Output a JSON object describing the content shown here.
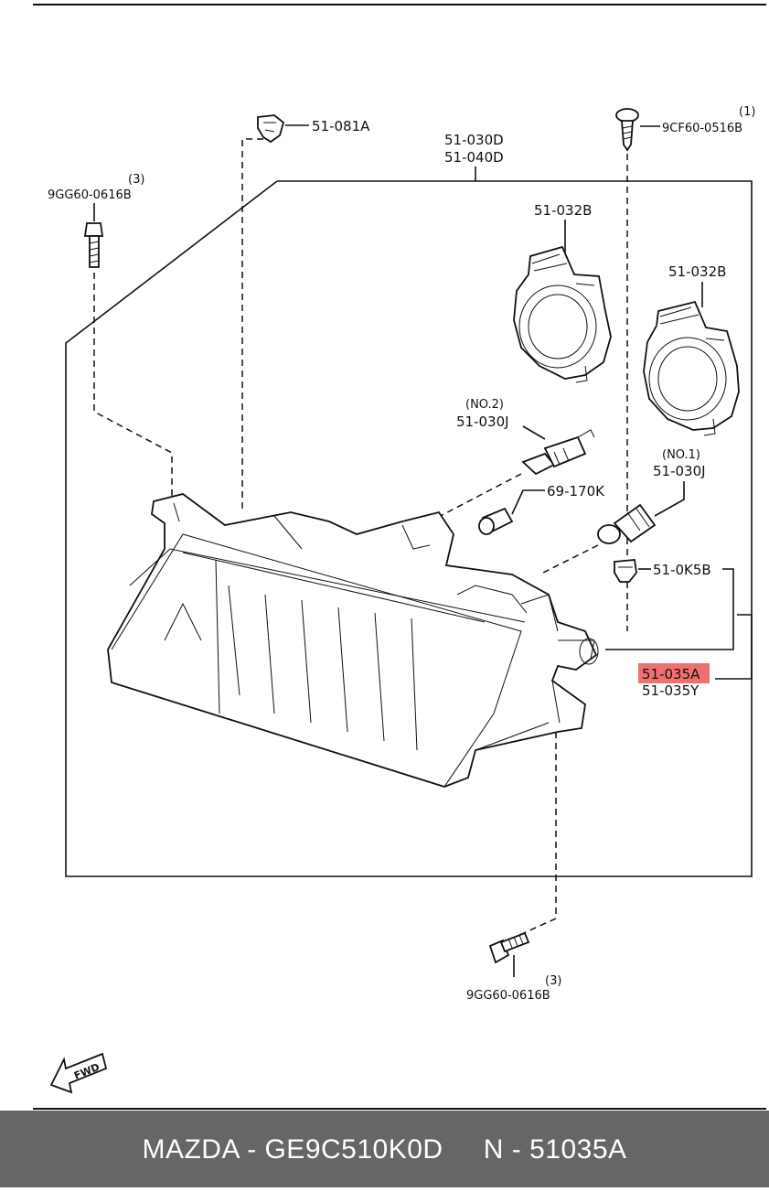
{
  "diagram": {
    "labels": {
      "clip_top": "51-081A",
      "screw_top_qty": "(1)",
      "screw_top": "9CF60-0516B",
      "assembly_1": "51-030D",
      "assembly_2": "51-040D",
      "bolt_left_qty": "(3)",
      "bolt_left": "9GG60-0616B",
      "cap_1": "51-032B",
      "cap_2": "51-032B",
      "bulb_no2_tag": "(NO.2)",
      "bulb_no2": "51-030J",
      "small_bulb": "69-170K",
      "bulb_no1_tag": "(NO.1)",
      "bulb_no1": "51-030J",
      "clip_right": "51-0K5B",
      "bracket_highlight": "51-035A",
      "bracket_2": "51-035Y",
      "bolt_bottom_qty": "(3)",
      "bolt_bottom": "9GG60-0616B",
      "fwd": "FWD"
    },
    "highlight_color": "#f07070"
  },
  "footer": {
    "text": "MAZDA - GE9C510K0D     N - 51035A",
    "background": "#666666"
  }
}
